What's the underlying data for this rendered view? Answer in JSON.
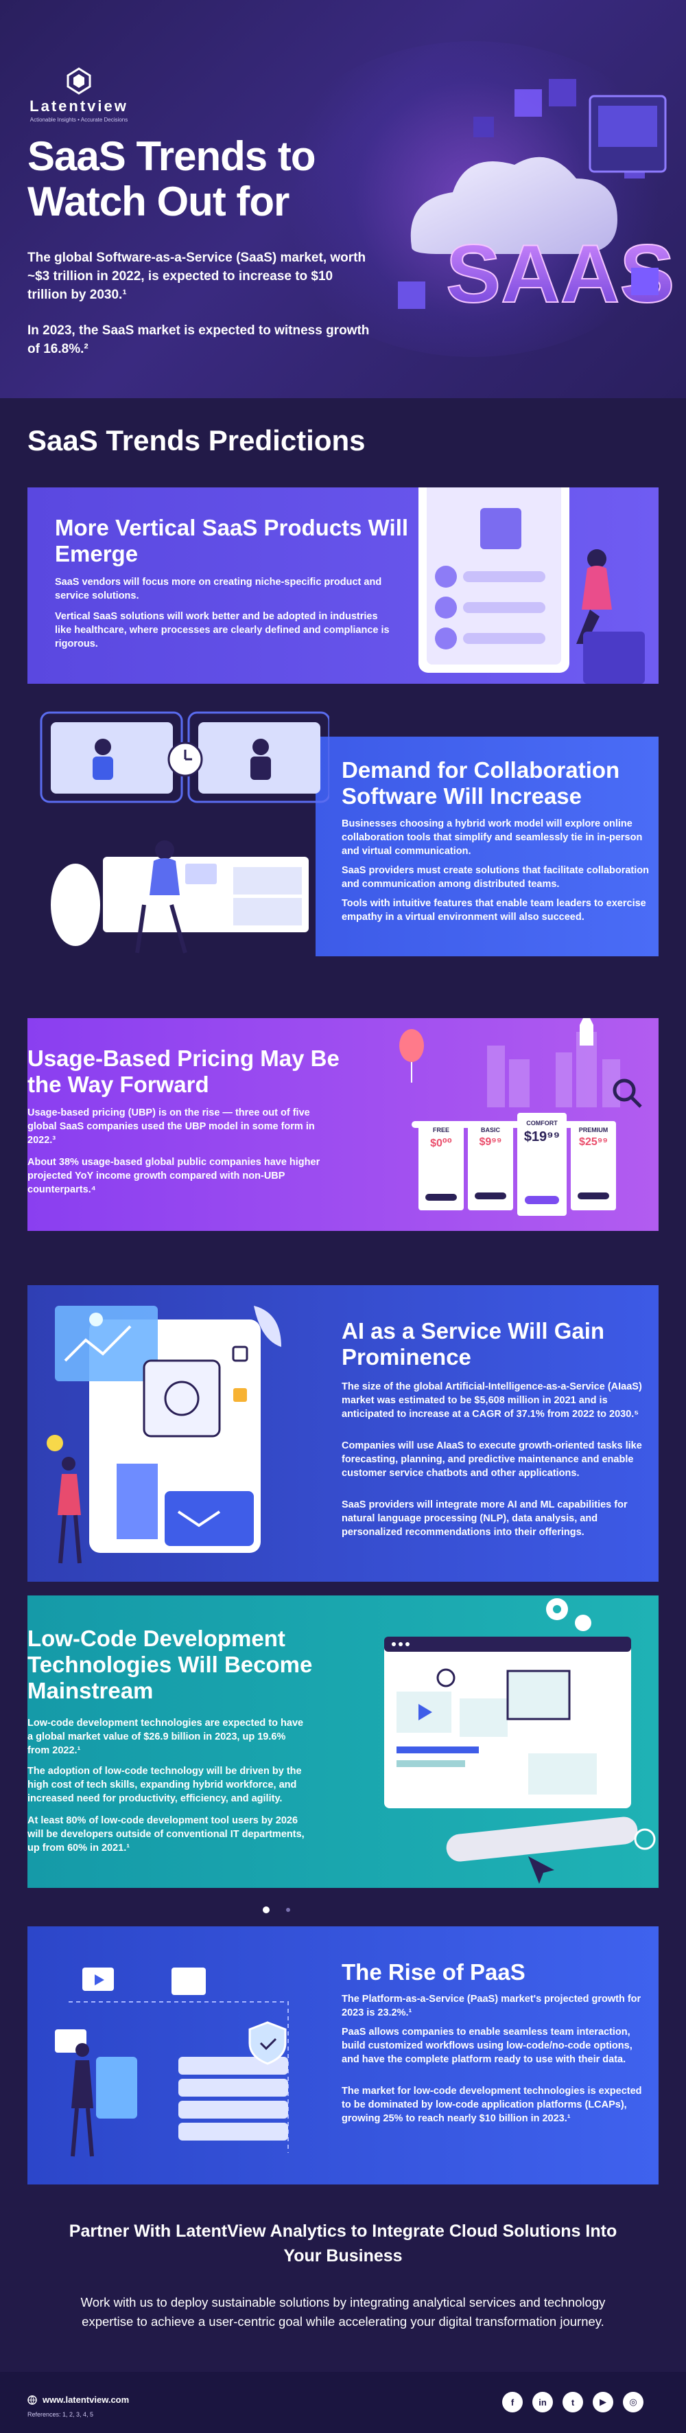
{
  "brand": {
    "name": "Latentview",
    "tagline": "Actionable Insights • Accurate Decisions"
  },
  "hero": {
    "title": "SaaS Trends to Watch Out for",
    "p1": "The global Software-as-a-Service (SaaS) market, worth ~$3 trillion in 2022, is expected to increase to $10 trillion by 2030.¹",
    "p2": "In 2023, the SaaS market is expected to witness growth of 16.8%.²",
    "art_letters": "SAAS"
  },
  "section_title": "SaaS Trends Predictions",
  "cards": [
    {
      "title": "More Vertical SaaS Products Will Emerge",
      "paras": [
        "SaaS vendors will focus more on creating niche-specific product and service solutions.",
        "Vertical SaaS solutions will work better and be adopted in industries like healthcare, where processes are clearly defined and compliance is rigorous."
      ]
    },
    {
      "title": "Demand for Collaboration Software Will Increase",
      "paras": [
        "Businesses choosing a hybrid work model will explore online collaboration tools that simplify and seamlessly tie in in-person and virtual communication.",
        "SaaS providers must create solutions that facilitate collaboration and communication among distributed teams.",
        "Tools with intuitive features that enable team leaders to exercise empathy in a virtual environment will also succeed."
      ]
    },
    {
      "title": "Usage-Based Pricing May Be the Way Forward",
      "paras": [
        "Usage-based pricing (UBP) is on the rise — three out of five global SaaS companies used the UBP model in some form in 2022.³",
        "About 38% usage-based global public companies have higher projected YoY income growth compared with non-UBP counterparts.⁴"
      ],
      "pricing": [
        {
          "plan": "FREE",
          "price": "$0⁰⁰"
        },
        {
          "plan": "BASIC",
          "price": "$9⁹⁹"
        },
        {
          "plan": "COMFORT",
          "price": "$19⁹⁹"
        },
        {
          "plan": "PREMIUM",
          "price": "$25⁹⁹"
        }
      ]
    },
    {
      "title": "AI as a Service Will Gain Prominence",
      "paras": [
        "The size of the global Artificial-Intelligence-as-a-Service (AIaaS) market was estimated to be $5,608 million in 2021 and is anticipated to increase at a CAGR of 37.1% from 2022 to 2030.⁵",
        "Companies will use AIaaS to execute growth-oriented tasks like forecasting, planning, and predictive maintenance and enable customer service chatbots and other applications.",
        "SaaS providers will integrate more AI and ML capabilities for natural language processing (NLP), data analysis, and personalized recommendations into their offerings."
      ]
    },
    {
      "title": "Low-Code Development Technologies Will Become Mainstream",
      "paras": [
        "Low-code development technologies are expected to have a global market value of $26.9 billion in 2023, up 19.6% from 2022.¹",
        "The adoption of low-code technology will be driven by the high cost of tech skills, expanding hybrid workforce, and increased need for productivity, efficiency, and agility.",
        "At least 80% of low-code development tool users by 2026 will be developers outside of conventional IT departments, up from 60% in 2021.¹"
      ]
    },
    {
      "title": "The Rise of PaaS",
      "paras": [
        "The Platform-as-a-Service (PaaS) market's projected growth for 2023 is 23.2%.¹",
        "PaaS allows companies to enable seamless team interaction, build customized workflows using low-code/no-code options, and have the complete platform ready to use with their data.",
        "The market for low-code development technologies is expected to be dominated by low-code application platforms (LCAPs), growing 25% to reach nearly $10 billion in 2023.¹"
      ]
    }
  ],
  "cta": {
    "heading": "Partner With LatentView Analytics to Integrate Cloud Solutions Into Your Business",
    "body": "Work with us to deploy sustainable solutions by integrating analytical services and technology expertise to achieve a user-centric goal while accelerating your digital transformation journey."
  },
  "footer": {
    "website": "www.latentview.com",
    "references": "References: 1, 2, 3, 4, 5",
    "social_icons": [
      "facebook-icon",
      "linkedin-icon",
      "twitter-icon",
      "youtube-icon",
      "instagram-icon"
    ],
    "social_glyphs": [
      "f",
      "in",
      "t",
      "▶",
      "◎"
    ]
  },
  "colors": {
    "background": "#221a48",
    "card_vertical_saas": "#5a48e0",
    "card_collaboration": "#3d5be8",
    "card_pricing": "#a050f0",
    "card_aiaas": "#3349c8",
    "card_lowcode": "#1aa6ae",
    "card_paas": "#3552dc"
  }
}
